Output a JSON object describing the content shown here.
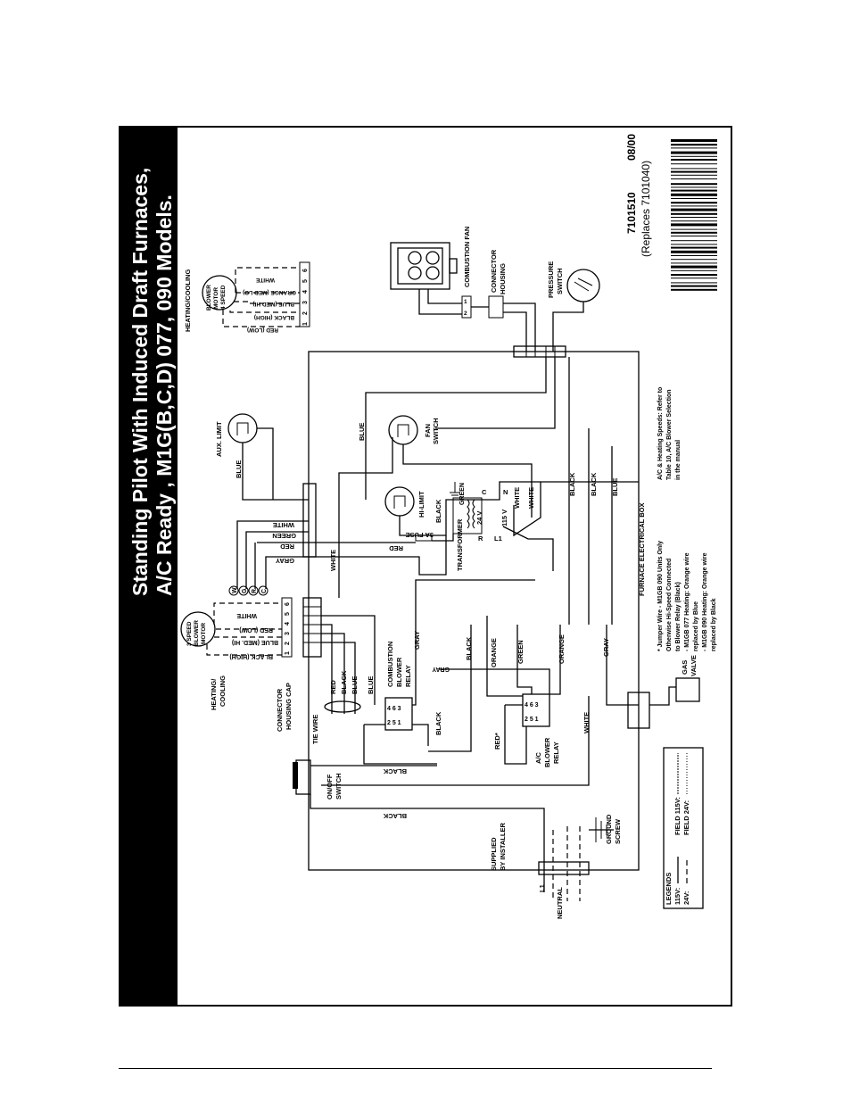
{
  "title": {
    "line1": "Standing Pilot With Induced Draft Furnaces,",
    "line2": "A/C Ready ,      M1G(B,C,D) 077, 090 Models."
  },
  "document": {
    "part_number": "7101510",
    "date": "08/00",
    "replaces": "(Replaces 7101040)"
  },
  "components": {
    "heating_cooling_top": "HEATING/COOLING",
    "blower_motor_4speed": [
      "BLOWER",
      "MOTOR",
      "4 SPEED"
    ],
    "motor4_wires": [
      "WHITE",
      "ORANGE (MED LO)",
      "BLUE (MED HI)",
      "BLACK (HIGH)",
      "RED (LOW)"
    ],
    "motor4_pins": [
      "1",
      "2",
      "3",
      "4",
      "5",
      "6"
    ],
    "combustion_fan": "COMBUSTION FAN",
    "connector_housing": [
      "CONNECTOR",
      "HOUSING"
    ],
    "pressure_switch": [
      "PRESSURE",
      "SWITCH"
    ],
    "aux_limit": "AUX. LIMIT",
    "fan_switch": [
      "FAN",
      "SWITCH"
    ],
    "hi_limit": "HI-LIMIT",
    "transformer": "TRANSFORMER",
    "transformer_v24": "24 V",
    "transformer_v115": "115 V",
    "fuse": "3A FUSE",
    "thermostat_terminals": [
      "W",
      "G",
      "R",
      "C"
    ],
    "thermostat_wires": [
      "WHITE",
      "GREEN",
      "RED",
      "GRAY"
    ],
    "motor3": [
      "3 SPEED",
      "BLOWER",
      "MOTOR"
    ],
    "motor3_wires": [
      "WHITE",
      "RED (LOW)",
      "BLUE (MED. HI)",
      "BLACK (HIGH)"
    ],
    "heating_cooling_left": [
      "HEATING/",
      "COOLING"
    ],
    "connector_housing_cap": [
      "CONNECTOR",
      "HOUSING CAP"
    ],
    "combustion_blower_relay": [
      "COMBUSTION",
      "BLOWER",
      "RELAY"
    ],
    "ac_blower_relay": [
      "A/C",
      "BLOWER",
      "RELAY"
    ],
    "tie_wire": "TIE WIRE",
    "onoff_switch": [
      "ON/OFF",
      "SWITCH"
    ],
    "supplied_by_installer": [
      "SUPPLIED",
      "BY INSTALLER"
    ],
    "ground_screw": [
      "GROUND",
      "SCREW"
    ],
    "neutral": "NEUTRAL",
    "l1": "L1",
    "gas_valve": [
      "GAS",
      "VALVE"
    ],
    "furnace_box": "FURNACE ELECTRICAL BOX",
    "red_star": "RED*",
    "t_labels": {
      "r": "R",
      "l1": "L1",
      "n": "N",
      "c": "C"
    }
  },
  "wire_labels": {
    "blue": "BLUE",
    "black": "BLACK",
    "white": "WHITE",
    "red": "RED",
    "gray": "GRAY",
    "green": "GREEN",
    "orange": "ORANGE"
  },
  "notes": {
    "ac_heating": [
      "A/C & Heating Speeds:  Refer to",
      "Table 10, A/C Blower Selection",
      "in the manual"
    ],
    "jumper": [
      "* Jumper Wire - M1GB 090 Units Only",
      "Otherwise Hi-Speed Connected",
      "to Blower Relay (Black)",
      "- M1GB 077 Heating: Orange wire",
      "replaced by Blue",
      "- M1GB 090 Heating: Orange wire",
      "replaced by Black"
    ]
  },
  "legends": {
    "title": "LEGENDS",
    "v115": "115V:",
    "v24": "24V:",
    "field115": "FIELD 115V:",
    "field24": "FIELD 24V:"
  }
}
